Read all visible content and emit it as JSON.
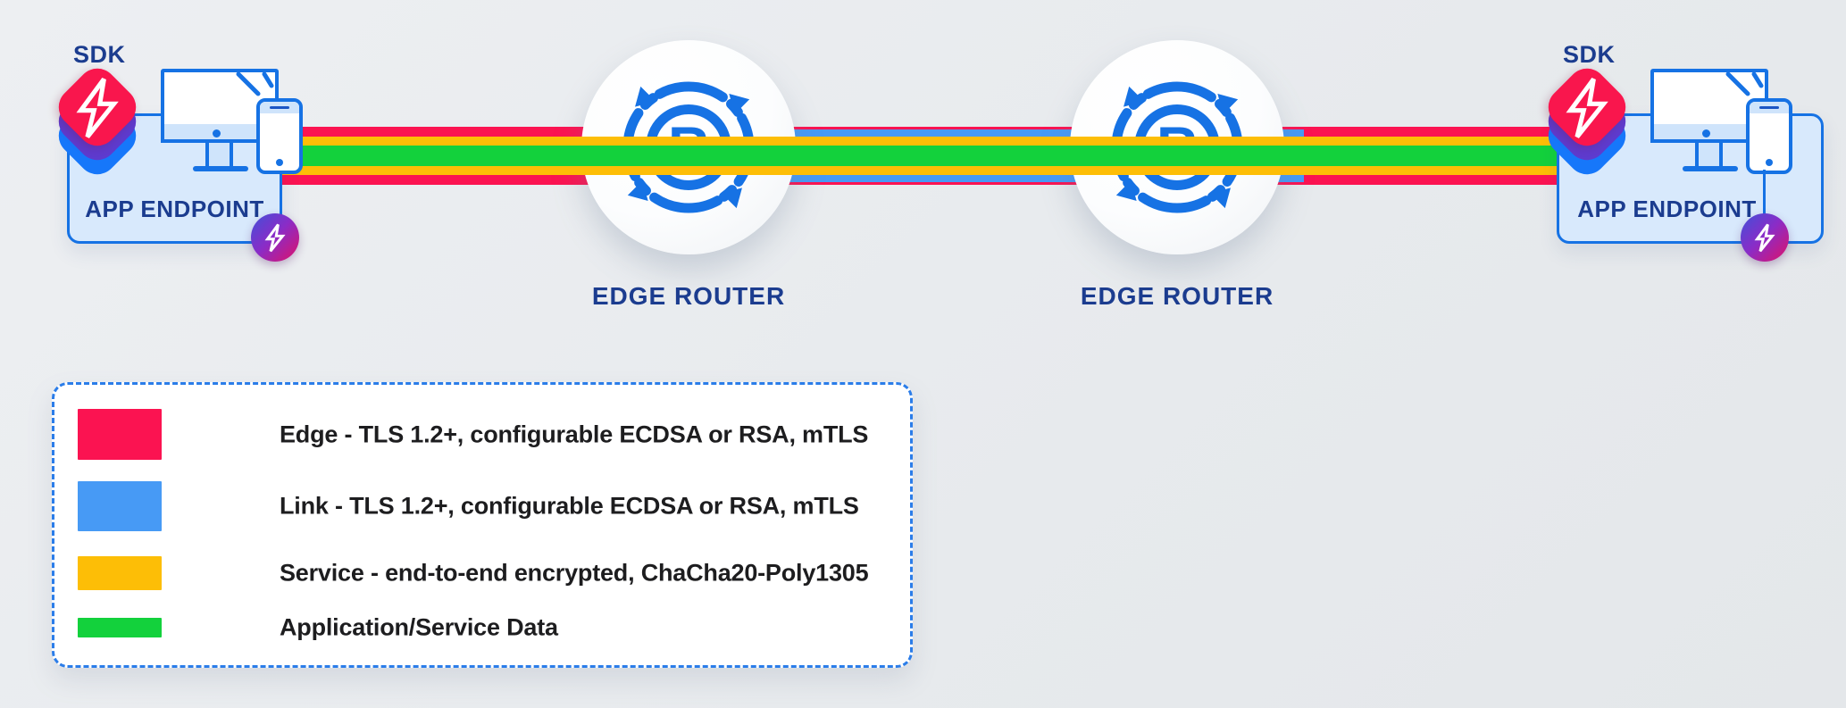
{
  "colors": {
    "background": "#e8ebee",
    "edge": "#fb1351",
    "link": "#479af5",
    "service": "#fdbe06",
    "data": "#13d13c",
    "outline_blue": "#1672e4",
    "fill_light_blue": "#d8e9fc",
    "navy": "#1b3c8f",
    "sdk_red": "#f9164d",
    "sdk_purple": "#5e3bce",
    "sdk_blue": "#1677fa",
    "badge_gradient_start": "#4150d9",
    "badge_gradient_end": "#e01168",
    "legend_border": "#2b7de9",
    "legend_text": "#1d1d1f"
  },
  "endpoints": {
    "left": {
      "sdk_label": "SDK",
      "box_label": "APP ENDPOINT"
    },
    "right": {
      "sdk_label": "SDK",
      "box_label": "APP ENDPOINT"
    }
  },
  "routers": {
    "icon_letter": "R",
    "left": {
      "label": "EDGE ROUTER"
    },
    "right": {
      "label": "EDGE ROUTER"
    }
  },
  "legend": {
    "items": [
      {
        "label": "Edge - TLS 1.2+, configurable ECDSA or RSA, mTLS",
        "color": "#fb1351"
      },
      {
        "label": "Link - TLS 1.2+, configurable ECDSA or RSA, mTLS",
        "color": "#479af5"
      },
      {
        "label": "Service - end-to-end encrypted, ChaCha20-Poly1305",
        "color": "#fdbe06"
      },
      {
        "label": "Application/Service Data",
        "color": "#13d13c"
      }
    ]
  }
}
